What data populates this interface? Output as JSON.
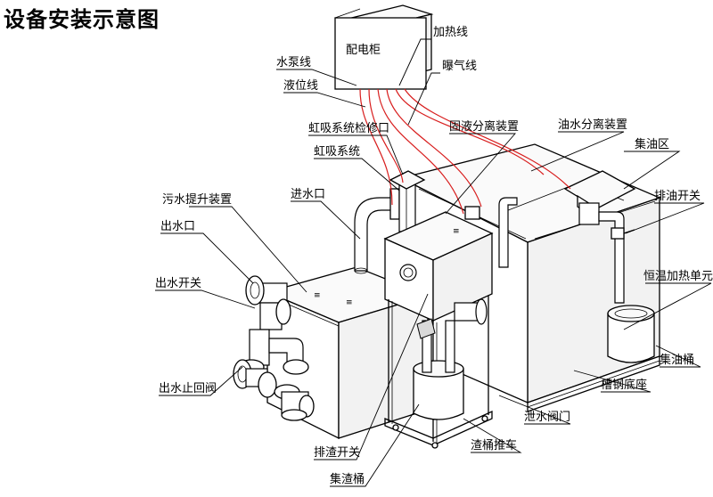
{
  "title": "设备安装示意图",
  "labels": {
    "control_cabinet": "配电柜",
    "pump_wire": "水泵线",
    "level_wire": "液位线",
    "heating_wire": "加热线",
    "aeration_wire": "曝气线",
    "siphon_port": "虹吸系统检修口",
    "siphon_system": "虹吸系统",
    "solid_liquid_separator": "固液分离装置",
    "oil_water_separator": "油水分离装置",
    "oil_zone": "集油区",
    "oil_switch": "排油开关",
    "sewage_lift": "污水提升装置",
    "inlet": "进水口",
    "outlet": "出水口",
    "outlet_switch": "出水开关",
    "heating_unit": "恒温加热单元",
    "oil_bucket": "集油桶",
    "check_valve": "出水止回阀",
    "steel_base": "槽钢底座",
    "drain_valve": "泄水阀门",
    "slag_cart": "渣桶推车",
    "slag_switch": "排渣开关",
    "slag_bucket": "集渣桶"
  },
  "colors": {
    "wire": "#d81e1e",
    "line": "#000000",
    "background": "#ffffff"
  }
}
